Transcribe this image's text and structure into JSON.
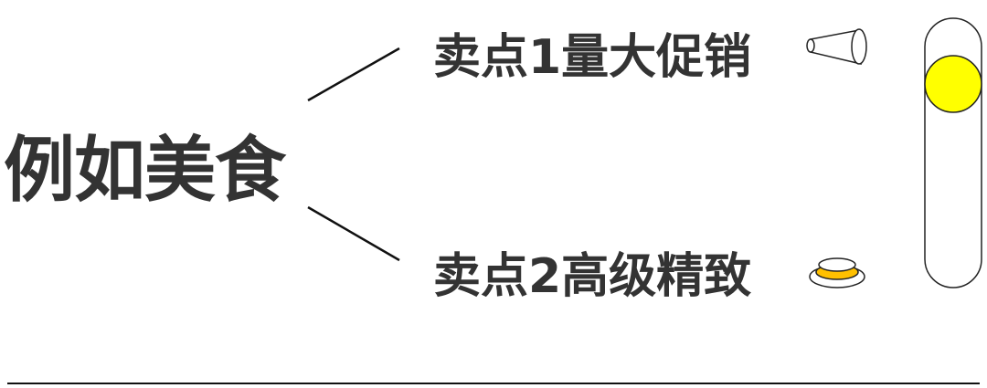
{
  "main_topic": "例如美食",
  "points": [
    {
      "label": "卖点1量大促销",
      "icon": "cone-icon"
    },
    {
      "label": "卖点2高级精致",
      "icon": "dish-icon"
    }
  ],
  "colors": {
    "text": "#333333",
    "yellow": "#ffff00",
    "orange": "#ffc000"
  }
}
